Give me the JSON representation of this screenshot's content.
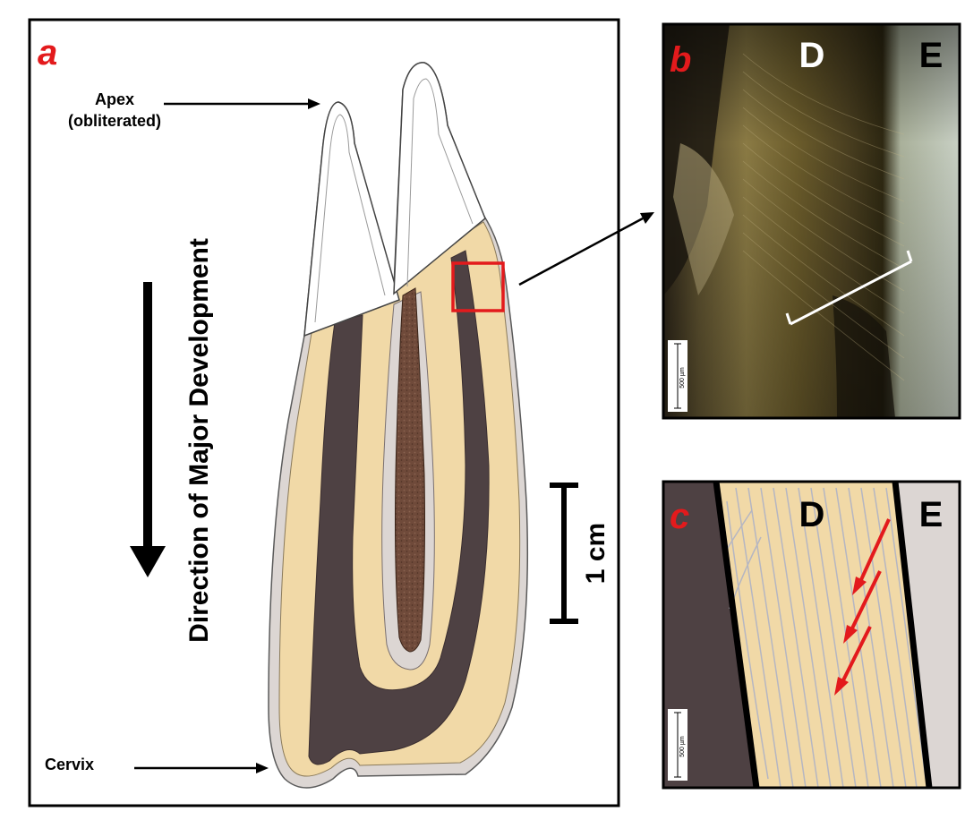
{
  "panel_a": {
    "letter": "a",
    "apex_label_line1": "Apex",
    "apex_label_line2": "(obliterated)",
    "cervix_label": "Cervix",
    "direction_label": "Direction of Major Development",
    "scale_label": "1 cm"
  },
  "panel_b": {
    "letter": "b",
    "label_dentin": "D",
    "label_enamel": "E",
    "scale_label": "500 µm"
  },
  "panel_c": {
    "letter": "c",
    "label_dentin": "D",
    "label_enamel": "E",
    "scale_label": "500 µm"
  },
  "colors": {
    "dentin": "#f1d9a7",
    "dark_dentin": "#4e4143",
    "cementum": "#dcd6d3",
    "enamel": "#ffffff",
    "pulp": "#6f4a3a",
    "highlight_box": "#e31a1c",
    "arrow_red": "#e31a1c"
  }
}
